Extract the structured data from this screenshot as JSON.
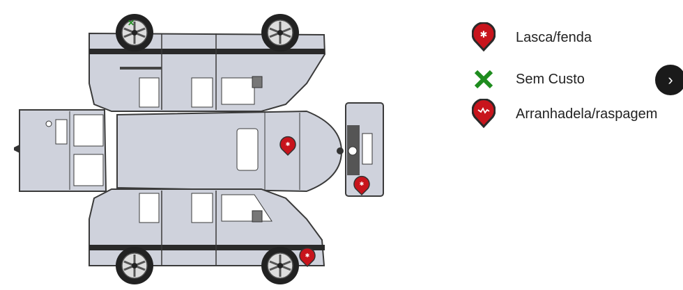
{
  "legend": [
    {
      "label": "Lasca/fenda",
      "icon": "chip-crack-marker-icon",
      "color": "#c8141c"
    },
    {
      "label": "Sem Custo",
      "icon": "no-cost-x-icon",
      "color": "#1e8c1e"
    },
    {
      "label": "Arranhadela/raspagem",
      "icon": "scratch-marker-icon",
      "color": "#c8141c"
    }
  ],
  "next_button": {
    "glyph": "›"
  },
  "colors": {
    "body": "#cfd2dc",
    "outline": "#3a3a3a",
    "marker": "#c8141c",
    "no_cost": "#1e8c1e"
  }
}
